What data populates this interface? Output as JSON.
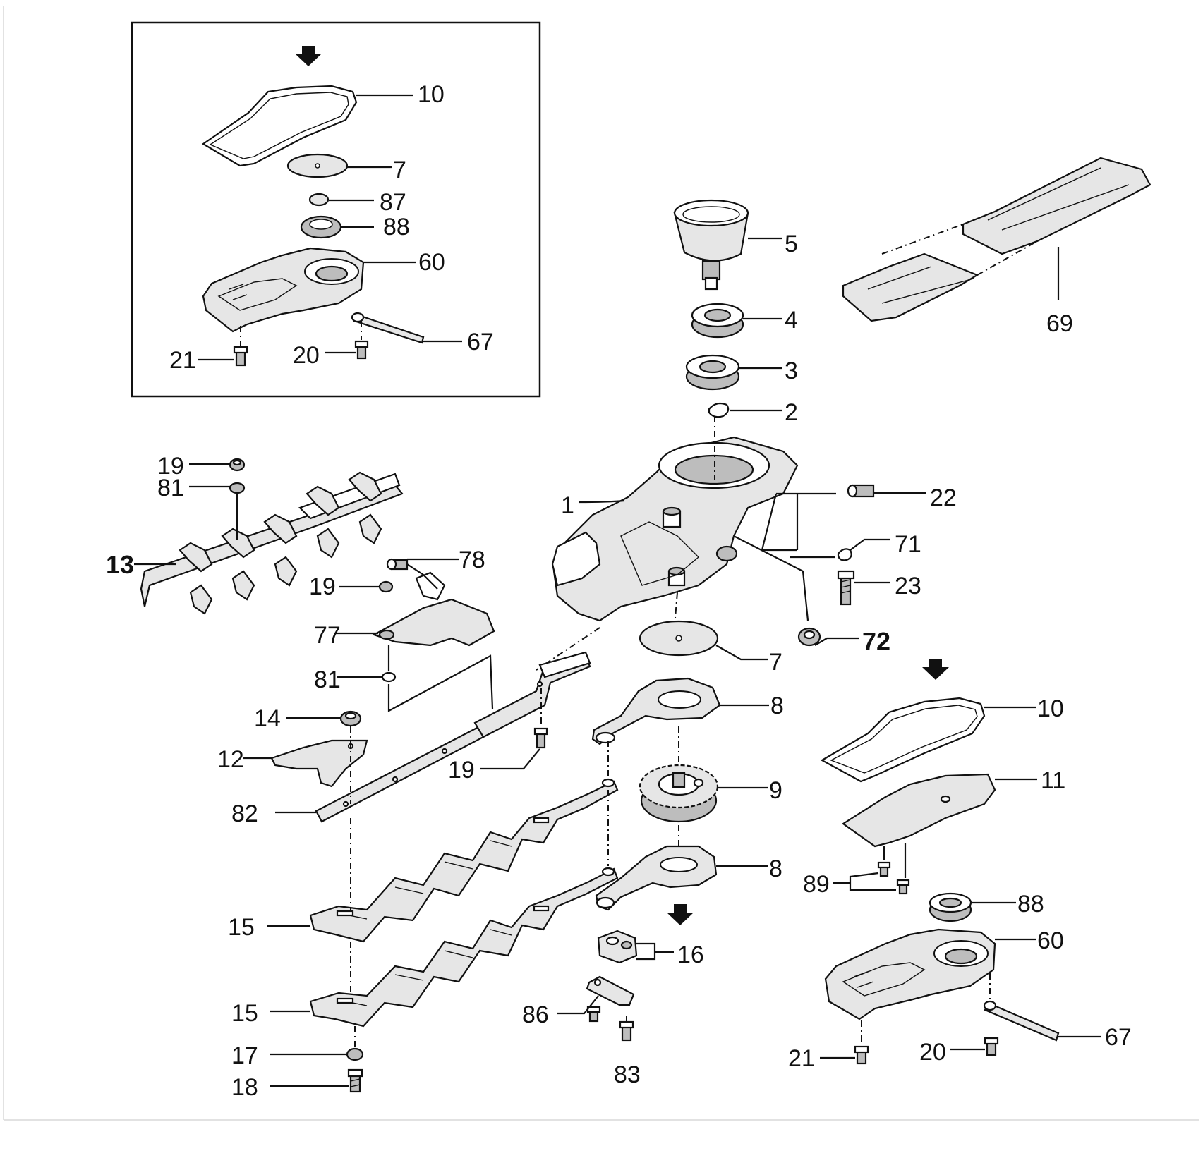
{
  "diagram": {
    "callouts": [
      {
        "id": "inset-10",
        "text": "10"
      },
      {
        "id": "inset-7",
        "text": "7"
      },
      {
        "id": "inset-87",
        "text": "87"
      },
      {
        "id": "inset-88",
        "text": "88"
      },
      {
        "id": "inset-60",
        "text": "60"
      },
      {
        "id": "inset-67",
        "text": "67"
      },
      {
        "id": "inset-21",
        "text": "21"
      },
      {
        "id": "inset-20",
        "text": "20"
      },
      {
        "id": "c5",
        "text": "5"
      },
      {
        "id": "c4",
        "text": "4"
      },
      {
        "id": "c3",
        "text": "3"
      },
      {
        "id": "c2",
        "text": "2"
      },
      {
        "id": "c69",
        "text": "69"
      },
      {
        "id": "c1",
        "text": "1"
      },
      {
        "id": "c22",
        "text": "22"
      },
      {
        "id": "c71",
        "text": "71"
      },
      {
        "id": "c23",
        "text": "23"
      },
      {
        "id": "c72",
        "text": "72"
      },
      {
        "id": "c7",
        "text": "7"
      },
      {
        "id": "c8a",
        "text": "8"
      },
      {
        "id": "c9",
        "text": "9"
      },
      {
        "id": "c8b",
        "text": "8"
      },
      {
        "id": "c16",
        "text": "16"
      },
      {
        "id": "c86",
        "text": "86"
      },
      {
        "id": "c83",
        "text": "83"
      },
      {
        "id": "c19a",
        "text": "19"
      },
      {
        "id": "c81a",
        "text": "81"
      },
      {
        "id": "c13",
        "text": "13"
      },
      {
        "id": "c78",
        "text": "78"
      },
      {
        "id": "c19b",
        "text": "19"
      },
      {
        "id": "c77",
        "text": "77"
      },
      {
        "id": "c81b",
        "text": "81"
      },
      {
        "id": "c19c",
        "text": "19"
      },
      {
        "id": "c82",
        "text": "82"
      },
      {
        "id": "c14",
        "text": "14"
      },
      {
        "id": "c12",
        "text": "12"
      },
      {
        "id": "c15a",
        "text": "15"
      },
      {
        "id": "c15b",
        "text": "15"
      },
      {
        "id": "c17",
        "text": "17"
      },
      {
        "id": "c18",
        "text": "18"
      },
      {
        "id": "c10",
        "text": "10"
      },
      {
        "id": "c11",
        "text": "11"
      },
      {
        "id": "c89",
        "text": "89"
      },
      {
        "id": "c88",
        "text": "88"
      },
      {
        "id": "c60",
        "text": "60"
      },
      {
        "id": "c67",
        "text": "67"
      },
      {
        "id": "c21",
        "text": "21"
      },
      {
        "id": "c20",
        "text": "20"
      }
    ]
  }
}
